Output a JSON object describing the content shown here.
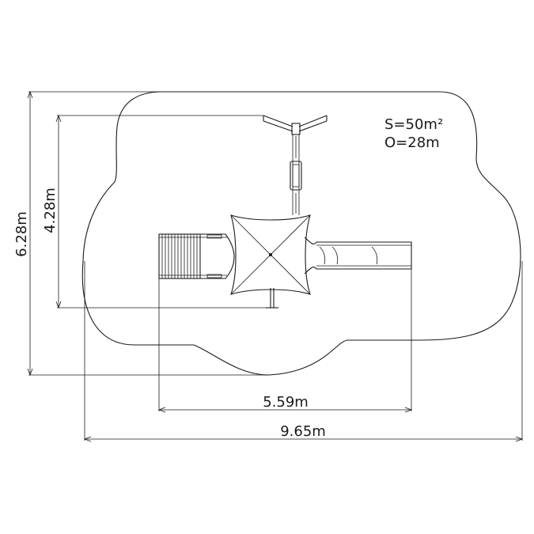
{
  "colors": {
    "zone_fill": "#f7ecaa",
    "zone_stroke": "#1a1a1a",
    "line": "#1a1a1a"
  },
  "area_label": "S=50m²",
  "perimeter_label": "O=28m",
  "dimensions": {
    "overall_height": "6.28m",
    "equipment_height": "4.28m",
    "equipment_width": "5.59m",
    "overall_width": "9.65m"
  }
}
